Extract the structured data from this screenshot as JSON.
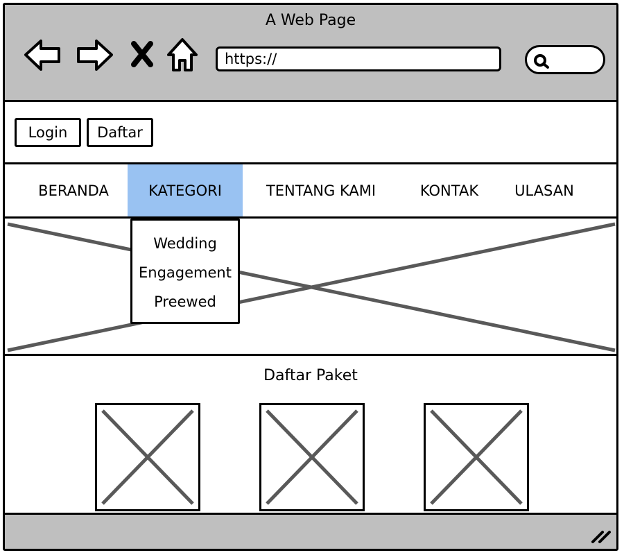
{
  "window": {
    "title": "A Web Page"
  },
  "browser": {
    "back_icon": "arrow-left-icon",
    "forward_icon": "arrow-right-icon",
    "stop_icon": "close-icon",
    "home_icon": "home-icon",
    "address": "https://",
    "search_icon": "search-icon"
  },
  "auth": {
    "login_label": "Login",
    "register_label": "Daftar"
  },
  "menu": {
    "items": [
      {
        "label": "BERANDA"
      },
      {
        "label": "KATEGORI"
      },
      {
        "label": "TENTANG KAMI"
      },
      {
        "label": "KONTAK"
      },
      {
        "label": "ULASAN"
      }
    ],
    "active_index": 1,
    "active_color": "#99c2f2"
  },
  "dropdown": {
    "items": [
      "Wedding",
      "Engagement",
      "Preewed"
    ]
  },
  "packages": {
    "title": "Daftar Paket"
  },
  "colors": {
    "chrome": "#bfbfbf",
    "placeholder_line": "#595959"
  }
}
